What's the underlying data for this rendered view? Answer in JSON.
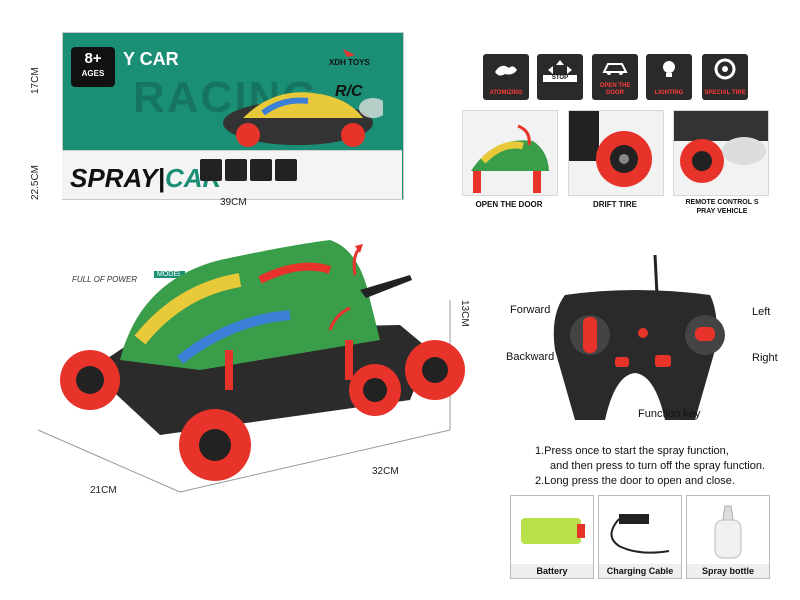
{
  "box": {
    "age_number": "8+",
    "age_label": "AGES",
    "watermark": "RACING",
    "model_top": "Y CAR",
    "brand": "XDH TOYS",
    "rc_logo": "R/C",
    "tagline": "FULL OF POWER",
    "model_badge": "MODEL",
    "title_left": "SPRAY",
    "title_right": "CAR"
  },
  "dimensions": {
    "box_height": "17CM",
    "box_depth": "22.5CM",
    "box_width": "39CM",
    "car_height": "13CM",
    "car_depth": "21CM",
    "car_length": "32CM"
  },
  "features": [
    {
      "label": "ATOMIZING",
      "icon": "spray-icon"
    },
    {
      "label": "STOP",
      "icon": "stop-arrows-icon"
    },
    {
      "label": "OPEN THE DOOR",
      "icon": "car-door-icon"
    },
    {
      "label": "LIGHTING",
      "icon": "lightbulb-icon"
    },
    {
      "label": "SPECIAL TIRE",
      "icon": "tire-icon"
    }
  ],
  "photos": [
    {
      "caption": "OPEN THE DOOR"
    },
    {
      "caption": "DRIFT TIRE"
    },
    {
      "caption": "REMOTE CONTROL S PRAY VEHICLE"
    }
  ],
  "remote": {
    "forward": "Forward",
    "backward": "Backward",
    "left": "Left",
    "right": "Right",
    "function_key": "Function key"
  },
  "instructions": {
    "line1": "1.Press once to start the spray function,",
    "line2": "and then press to turn off the spray function.",
    "line3": "2.Long press the door to open and close."
  },
  "accessories": [
    {
      "name": "Battery"
    },
    {
      "name": "Charging Cable"
    },
    {
      "name": "Spray bottle"
    }
  ],
  "colors": {
    "box_green": "#1a8f76",
    "accent_red": "#e8332a",
    "dark": "#2a2a2a"
  }
}
